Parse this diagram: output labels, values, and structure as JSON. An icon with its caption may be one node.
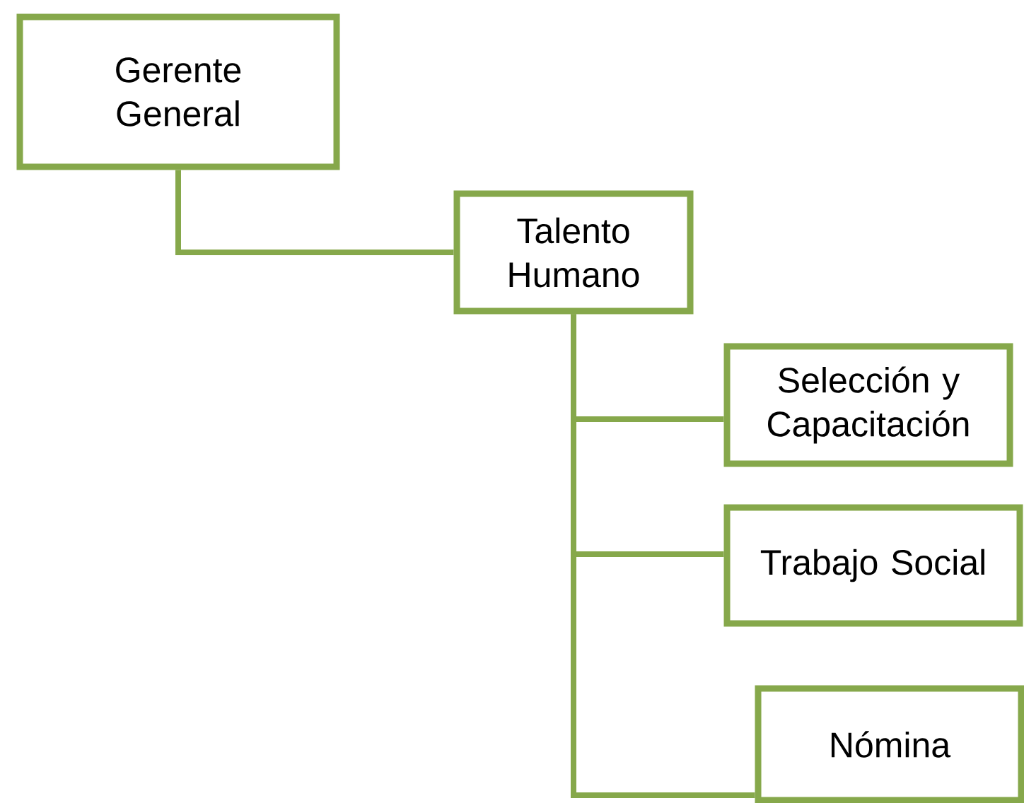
{
  "diagram": {
    "nodes": [
      {
        "text": [
          "Gerente General"
        ]
      },
      {
        "text": [
          "Talento Humano"
        ]
      },
      {
        "text": [
          "Selección y Capacitación"
        ]
      },
      {
        "text": [
          "Trabajo Social"
        ]
      },
      {
        "text": [
          "Nómina"
        ]
      }
    ],
    "edges": [
      {
        "from": 0,
        "to": 1,
        "arrow": "none"
      },
      {
        "from": 1,
        "to": 2,
        "arrow": "none"
      },
      {
        "from": 1,
        "to": 3,
        "arrow": "none"
      },
      {
        "from": 1,
        "to": 4,
        "arrow": "none"
      }
    ]
  }
}
